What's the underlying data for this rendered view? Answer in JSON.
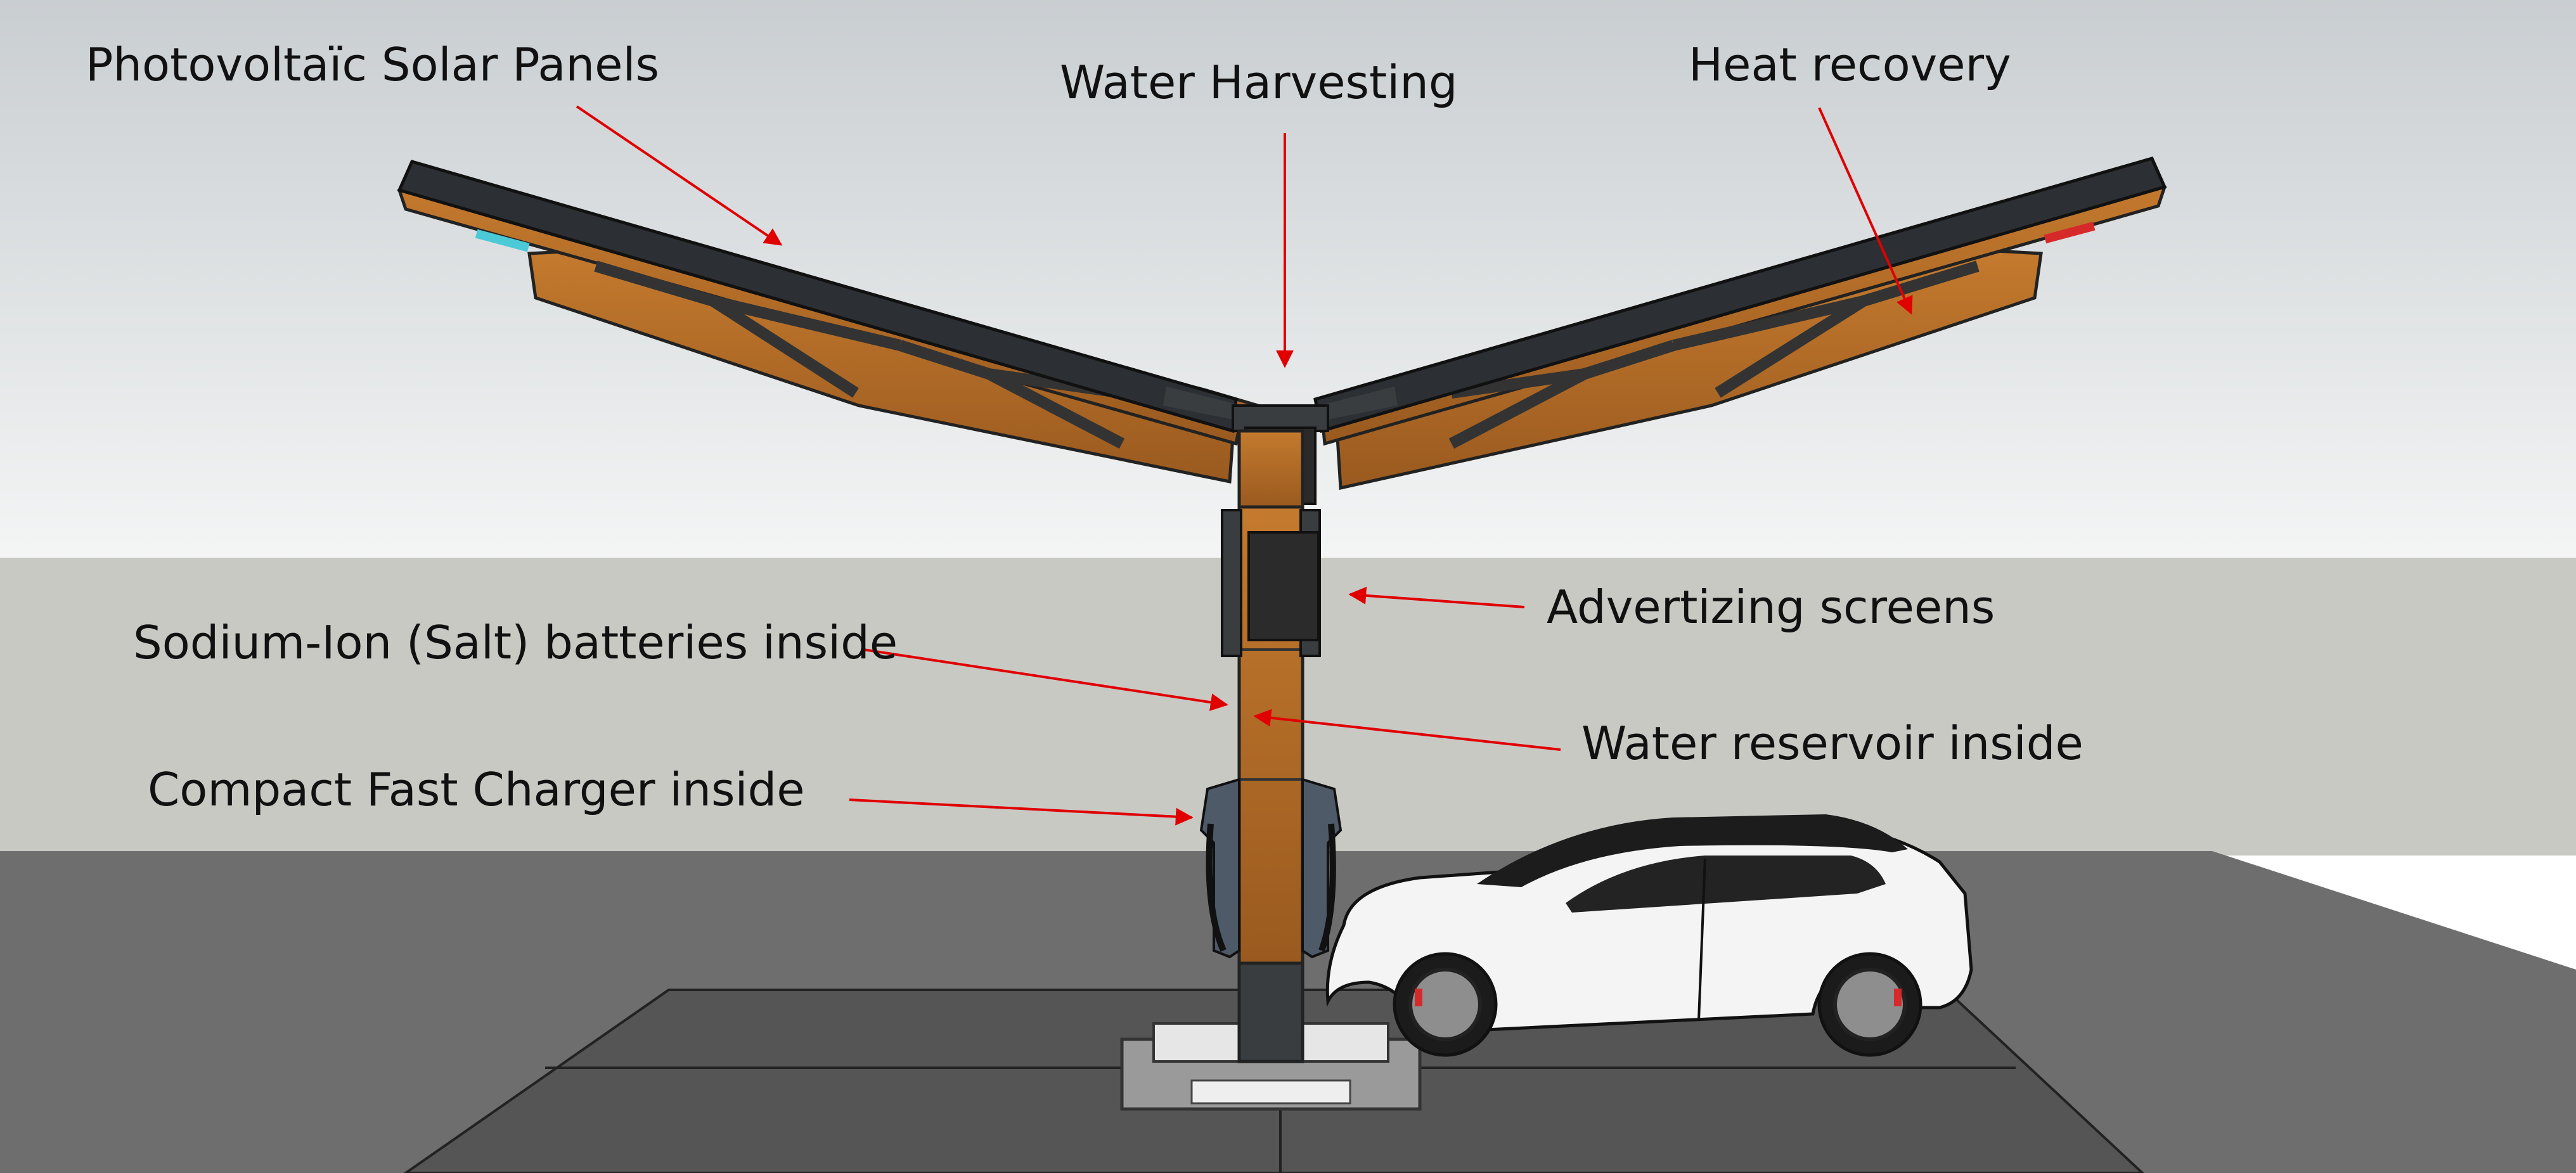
{
  "labels": {
    "solar_panels": "Photovoltaïc Solar Panels",
    "water_harvesting": "Water Harvesting",
    "heat_recovery": "Heat recovery",
    "advertizing_screens": "Advertizing screens",
    "batteries": "Sodium-Ion (Salt) batteries inside",
    "water_reservoir": "Water reservoir inside",
    "fast_charger": "Compact Fast Charger inside"
  },
  "colors": {
    "sky_top": "#c9ced1",
    "sky_bottom": "#f4f5f5",
    "wall": "#c9c9c4",
    "ground": "#6e6e6e",
    "pad": "#555555",
    "wood": "#c47a2e",
    "wood_dark": "#9a5a1f",
    "frame": "#3a3d40",
    "panel": "#2c2f33",
    "arrow": "#e00000",
    "text": "#111111",
    "car_body": "#f4f4f4",
    "car_roof": "#1c1c1c"
  }
}
